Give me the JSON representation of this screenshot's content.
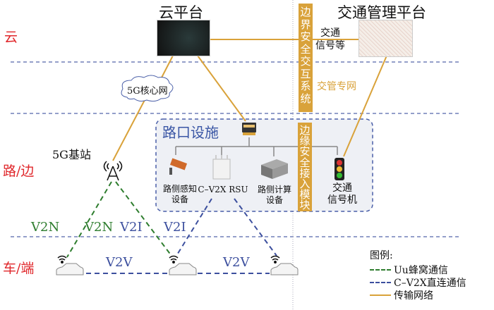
{
  "layers": {
    "cloud": "云",
    "road_edge": "路/边",
    "vehicle": "车/端"
  },
  "cloud_platform": {
    "title": "云平台"
  },
  "traffic_platform": {
    "title": "交通管理平台"
  },
  "boundary_system": "边界安全交互系统",
  "edge_module": "边缘安全接入模块",
  "traffic_signal_etc": [
    "交通",
    "信号等"
  ],
  "traffic_private_net": "交管专网",
  "core_network": "5G核心网",
  "base_station": "5G基站",
  "intersection": {
    "title": "路口设施",
    "devices": [
      {
        "label": [
          "路侧感知",
          "设备"
        ]
      },
      {
        "label": [
          "C–V2X RSU"
        ]
      },
      {
        "label": [
          "路侧计算",
          "设备"
        ]
      },
      {
        "label": [
          "交通",
          "信号机"
        ]
      }
    ]
  },
  "links": {
    "v2n_1": "V2N",
    "v2n_2": "V2N",
    "v2i_1": "V2I",
    "v2i_2": "V2I",
    "v2v_1": "V2V",
    "v2v_2": "V2V"
  },
  "legend": {
    "title": "图例:",
    "items": [
      {
        "label": "Uu蜂窝通信",
        "color": "#2e7d2e"
      },
      {
        "label": "C–V2X直连通信",
        "color": "#3c4f9e"
      },
      {
        "label": "传输网络",
        "color": "#d9a23a"
      }
    ]
  }
}
